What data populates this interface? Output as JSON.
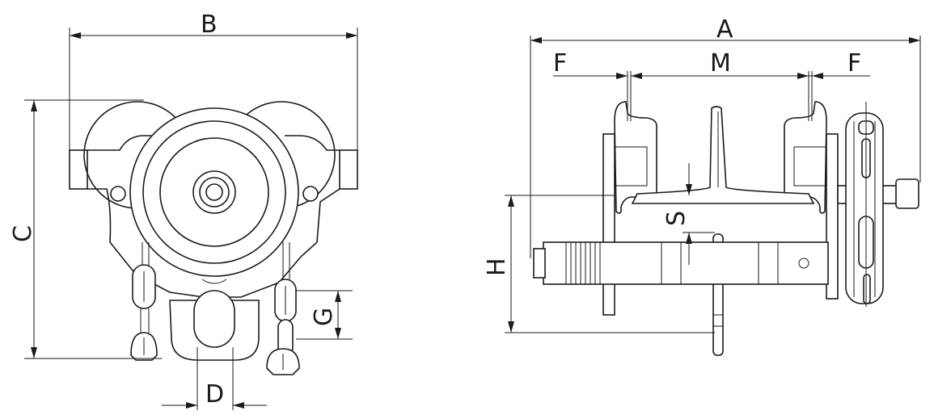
{
  "dimension_labels": {
    "A": "A",
    "B": "B",
    "C": "C",
    "D": "D",
    "F_left": "F",
    "F_right": "F",
    "G": "G",
    "H": "H",
    "M": "M",
    "S": "S"
  }
}
